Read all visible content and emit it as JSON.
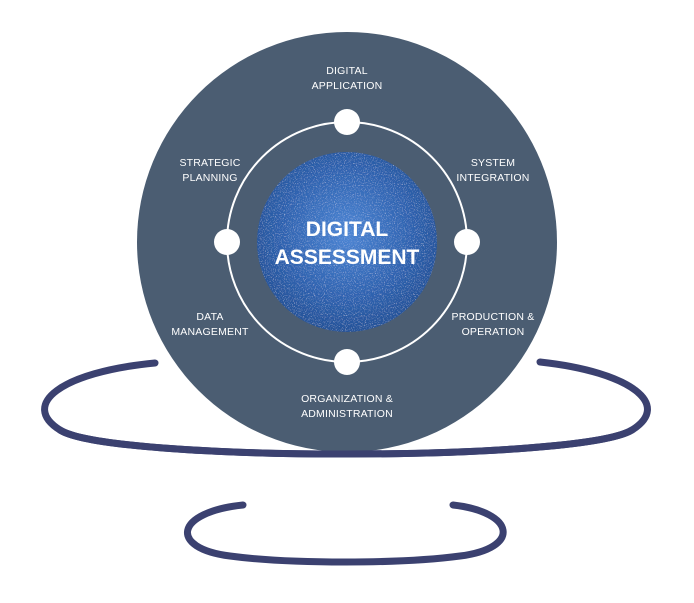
{
  "center": {
    "line1": "DIGITAL",
    "line2": "ASSESSMENT"
  },
  "segments": {
    "top": {
      "line1": "DIGITAL",
      "line2": "APPLICATION"
    },
    "top_right": {
      "line1": "SYSTEM",
      "line2": "INTEGRATION"
    },
    "bottom_right": {
      "line1": "PRODUCTION &",
      "line2": "OPERATION"
    },
    "bottom": {
      "line1": "ORGANIZATION &",
      "line2": "ADMINISTRATION"
    },
    "bottom_left": {
      "line1": "DATA",
      "line2": "MANAGEMENT"
    },
    "top_left": {
      "line1": "STRATEGIC",
      "line2": "PLANNING"
    }
  },
  "colors": {
    "disc": "#4b5d72",
    "rings": "#3b4170",
    "core": "#2b62b0",
    "core_light": "#4d86d4",
    "nodes": "#ffffff"
  }
}
